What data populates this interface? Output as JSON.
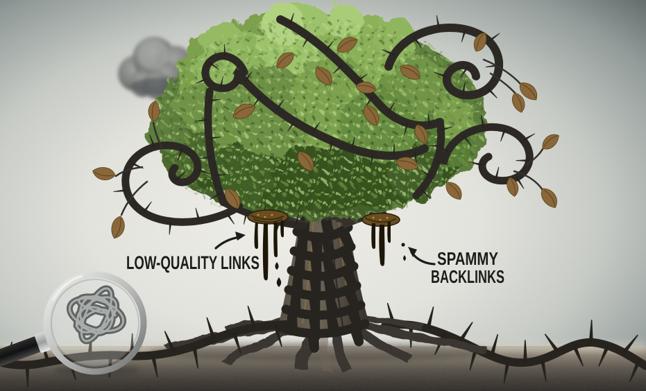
{
  "image": {
    "type": "illustration",
    "alt": "A green tree strangled by dark thorny vines with dying brown leaves and dripping sap, under a storm cloud, with a magnifying glass revealing a tangled knot — a metaphor for harmful backlinks.",
    "annotations": {
      "low_quality_links": {
        "label": "LOW-QUALITY LINKS"
      },
      "spammy_backlinks": {
        "line1": "SPAMMY",
        "line2": "BACKLINKS"
      }
    },
    "elements": [
      "storm-cloud",
      "tree-canopy",
      "thorn-vines",
      "dead-leaves",
      "sap-drips",
      "tree-trunk",
      "tree-roots",
      "ground-thorn-vines",
      "magnifying-glass",
      "tangled-knot"
    ],
    "colors": {
      "sky_center": "#efeee9",
      "sky_edge": "#5c6765",
      "foliage_light": "#a8cd78",
      "foliage_mid": "#6f9447",
      "foliage_dark": "#36511f",
      "vine": "#2b2824",
      "trunk": "#4a443b",
      "dead_leaf": "#8a673a",
      "sap": "#1c1506",
      "ground_light": "#b0a692",
      "ground_dark": "#36332e",
      "cloud": "#787b7a",
      "label_text": "#1b1b19"
    }
  }
}
